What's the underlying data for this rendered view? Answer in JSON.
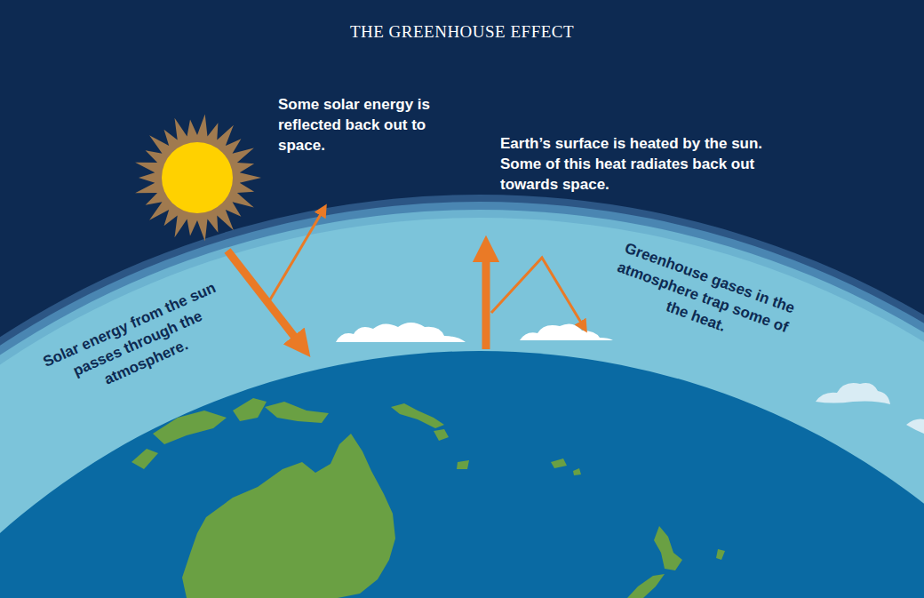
{
  "diagram": {
    "title": "THE GREENHOUSE EFFECT",
    "labels": [
      "Some solar energy is reflected back out to space.",
      "Earth’s surface is heated by the sun. Some of this heat radiates back out towards space.",
      "Solar energy from the sun passes through the atmosphere.",
      "Greenhouse gases in the atmosphere trap some of the heat."
    ]
  }
}
